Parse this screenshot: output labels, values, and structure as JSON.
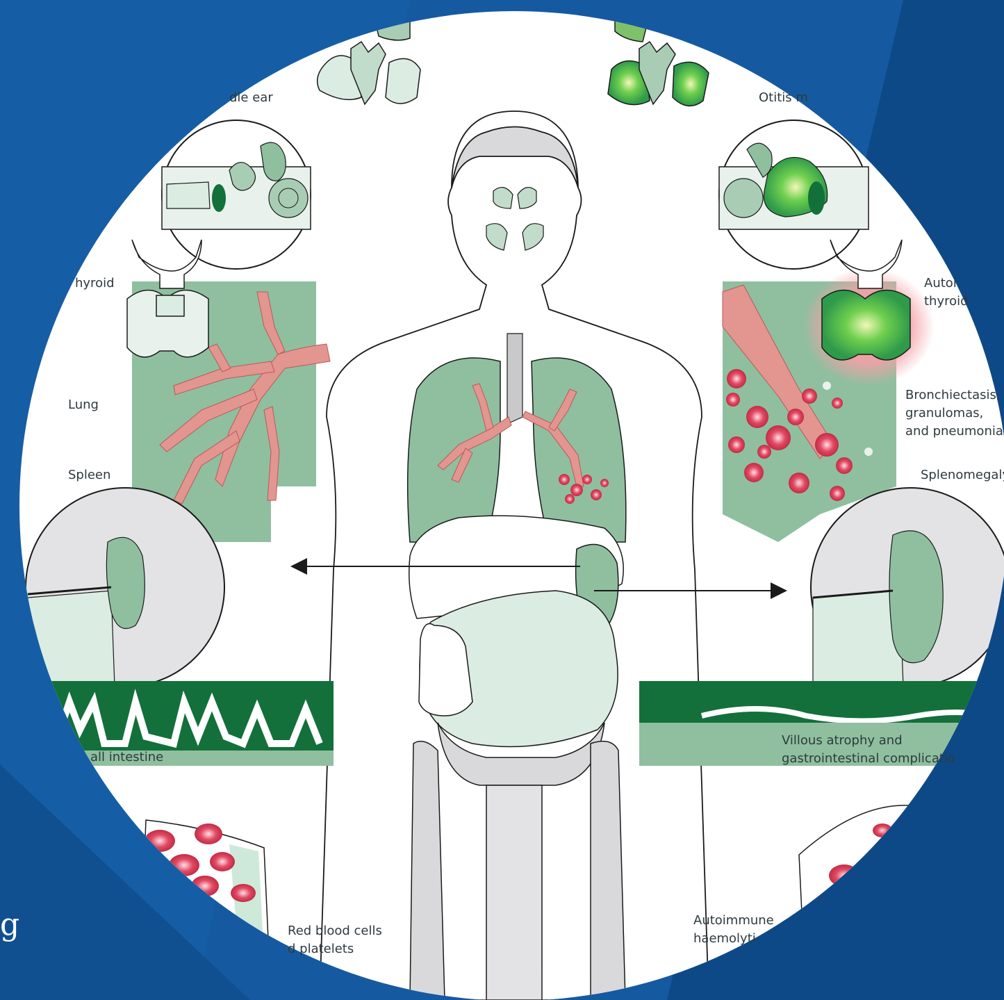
{
  "colors": {
    "background_blue": "#155aa0",
    "dark_blue": "#0f4c8c",
    "organ_green": "#8fbf9f",
    "light_green": "#dbece2",
    "dark_green": "#13703b",
    "bright_green": "#58c04a",
    "airway_pink": "#e39590",
    "lesion_red": "#d63a55",
    "bone_grey": "#d9d9db",
    "outline": "#1a1a1a"
  },
  "labels": {
    "middle_ear": "dle ear",
    "otitis": "Otitis m",
    "thyroid": "hyroid",
    "autoimmune_thyroiditis_1": "Autoi",
    "autoimmune_thyroiditis_2": "thyroid",
    "lung": "Lung",
    "bronchiectasis_1": "Bronchiectasis,",
    "bronchiectasis_2": "granulomas,",
    "bronchiectasis_3": "and pneumonia",
    "spleen": "Spleen",
    "splenomegaly": "Splenomegaly",
    "small_intestine": "all intestine",
    "villous_1": "Villous atrophy and",
    "villous_2": "gastrointestinal complicatio",
    "red_cells_1": "Red blood cells",
    "red_cells_2": "d platelets",
    "haemolytic_1": "Autoimmune",
    "haemolytic_2": "haemolyti",
    "edge_letter": "g"
  },
  "icons": [
    "sinus-icon",
    "ear-icon",
    "thyroid-icon",
    "lung-icon",
    "spleen-icon",
    "intestine-icon",
    "blood-cell-icon",
    "arrow-left-icon",
    "arrow-right-icon"
  ]
}
